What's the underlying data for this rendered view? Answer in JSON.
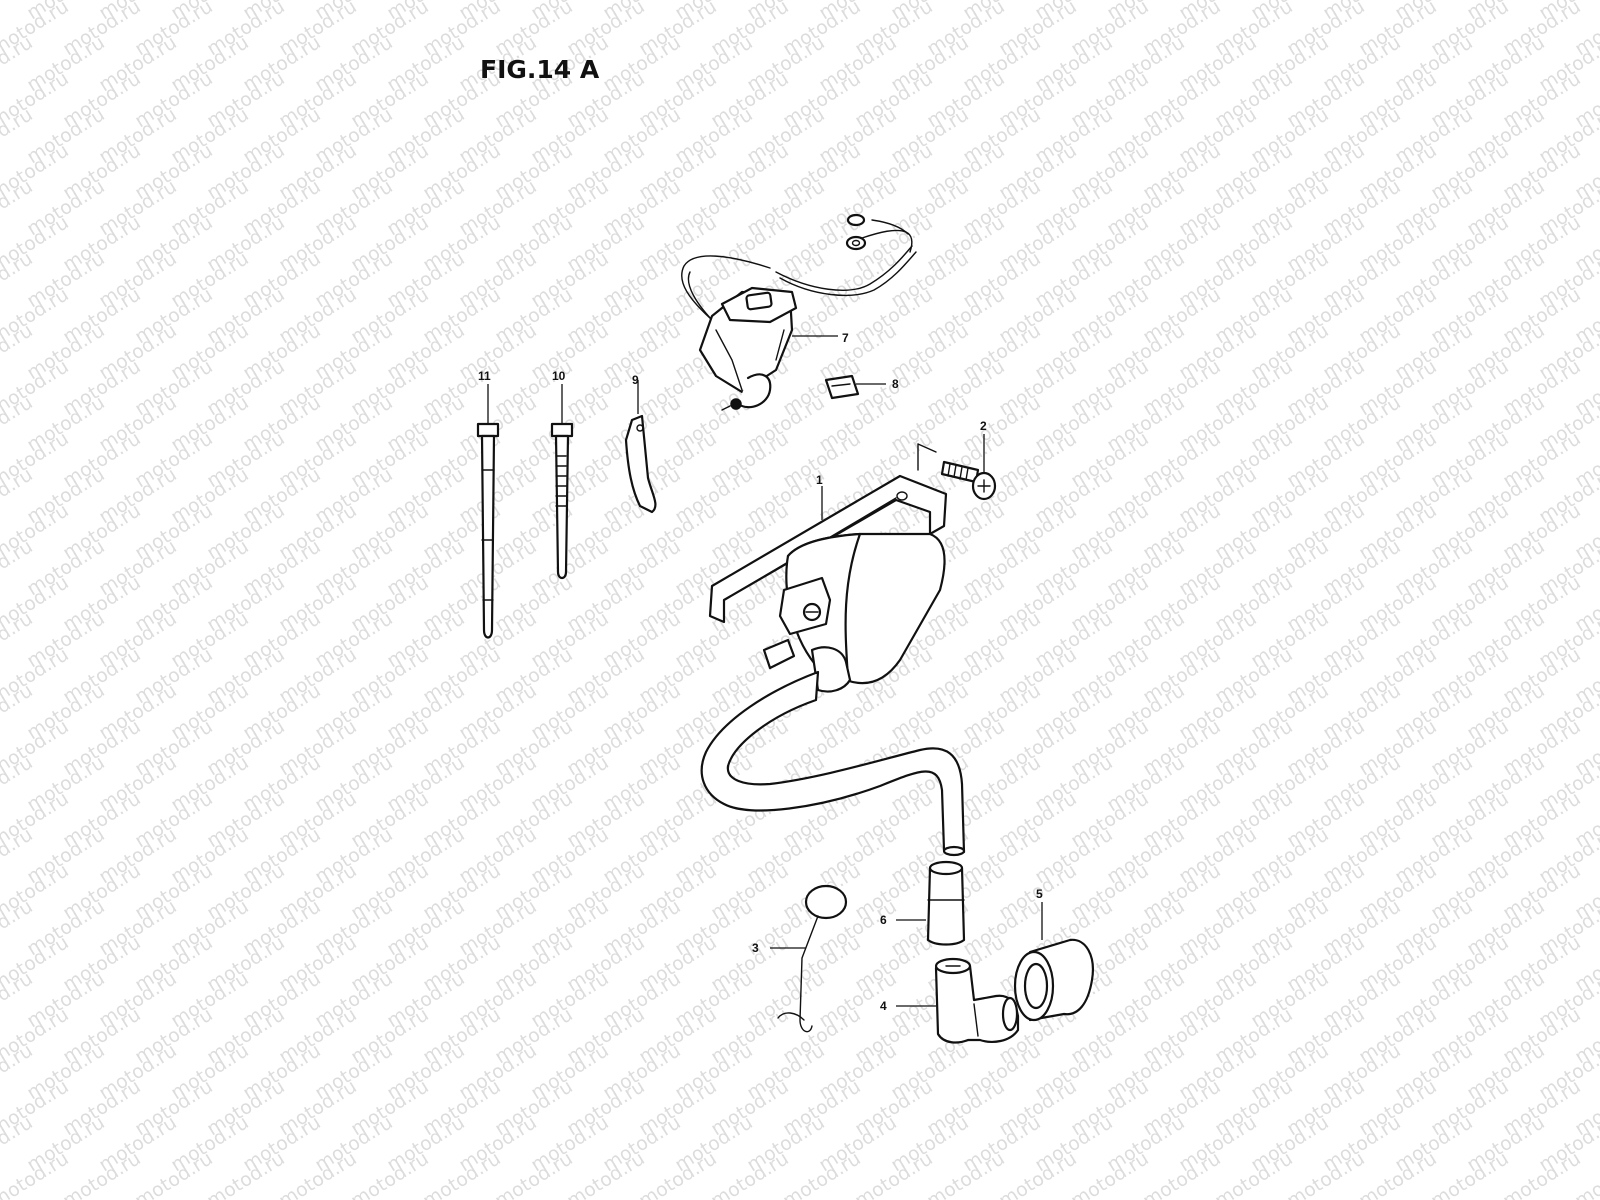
{
  "figure_title": "FIG.14 A",
  "watermark": {
    "text": "motod.ru",
    "color": "#000000",
    "opacity": 0.14
  },
  "callouts": {
    "p1": "1",
    "p2": "2",
    "p3": "3",
    "p4": "4",
    "p5": "5",
    "p6": "6",
    "p7": "7",
    "p8": "8",
    "p9": "9",
    "p10": "10",
    "p11": "11"
  }
}
